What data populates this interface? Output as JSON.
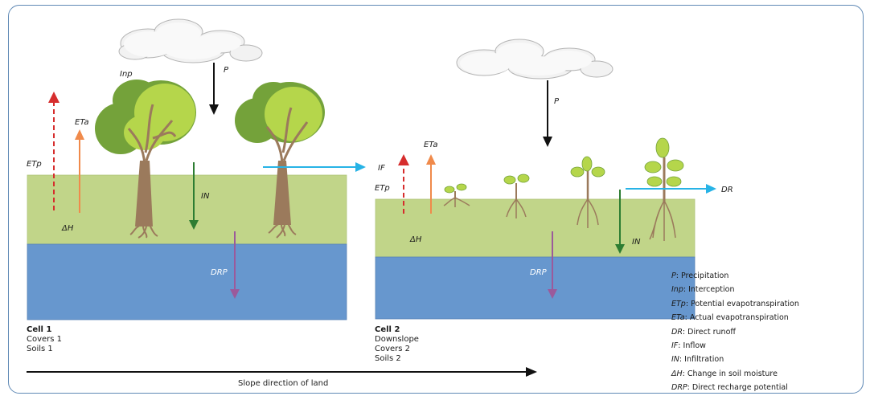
{
  "labels": {
    "p": "P",
    "inp": "Inp",
    "etp": "ETp",
    "eta": "ETa",
    "in": "IN",
    "dh": "ΔH",
    "drp": "DRP",
    "if": "IF",
    "dr": "DR"
  },
  "cell1": {
    "title": "Cell 1",
    "lines": [
      "Covers 1",
      "Soils 1"
    ]
  },
  "cell2": {
    "title": "Cell 2",
    "lines": [
      "Downslope",
      "Covers 2",
      "Soils 2"
    ]
  },
  "slope_label": "Slope direction of land",
  "legend": [
    {
      "abbr": "P",
      "text": "Precipitation"
    },
    {
      "abbr": "Inp",
      "text": "Interception"
    },
    {
      "abbr": "ETp",
      "text": "Potential evapotranspiration"
    },
    {
      "abbr": "ETa",
      "text": "Actual evapotranspiration"
    },
    {
      "abbr": "DR",
      "text": "Direct runoff"
    },
    {
      "abbr": "IF",
      "text": "Inflow"
    },
    {
      "abbr": "IN",
      "text": "Infiltration"
    },
    {
      "abbr": "ΔH",
      "text": "Change in soil moisture"
    },
    {
      "abbr": "DRP",
      "text": "Direct recharge potential"
    }
  ],
  "colors": {
    "frame": "#5f89b5",
    "soil": "#c1d589",
    "water": "#6797ce",
    "etp": "#d62d2d",
    "eta": "#f08a4b",
    "infiltration": "#2d7d32",
    "drp": "#9b5a9b",
    "inflow": "#27b3e6",
    "foliage_light": "#b5d64b",
    "foliage_dark": "#74a23a",
    "trunk": "#9b7a5c"
  }
}
